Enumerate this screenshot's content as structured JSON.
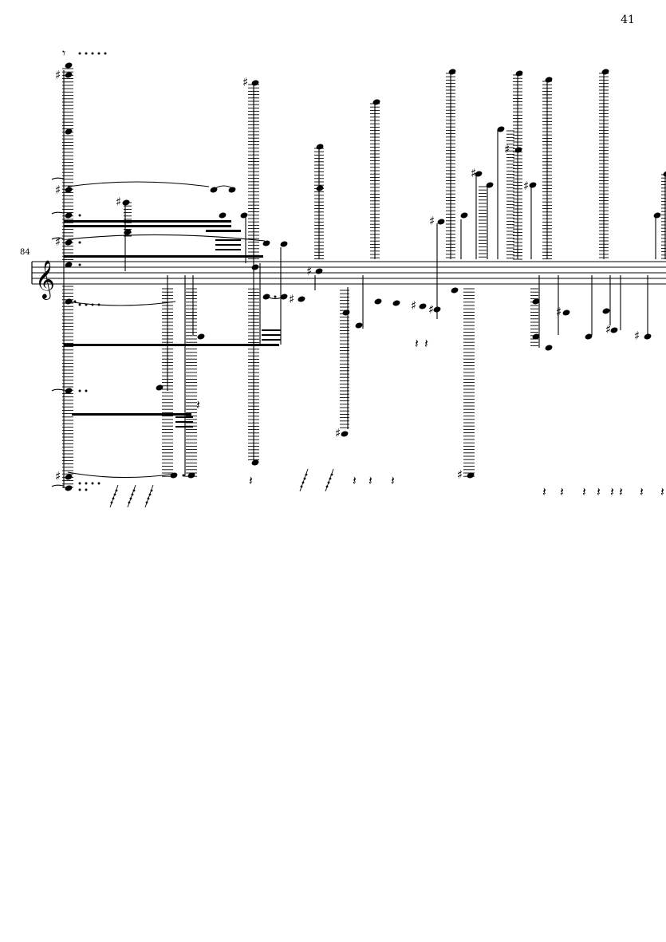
{
  "page": {
    "number": "41"
  },
  "system": {
    "measure_number": "84",
    "clef": "treble"
  },
  "ink_color": "#000000"
}
